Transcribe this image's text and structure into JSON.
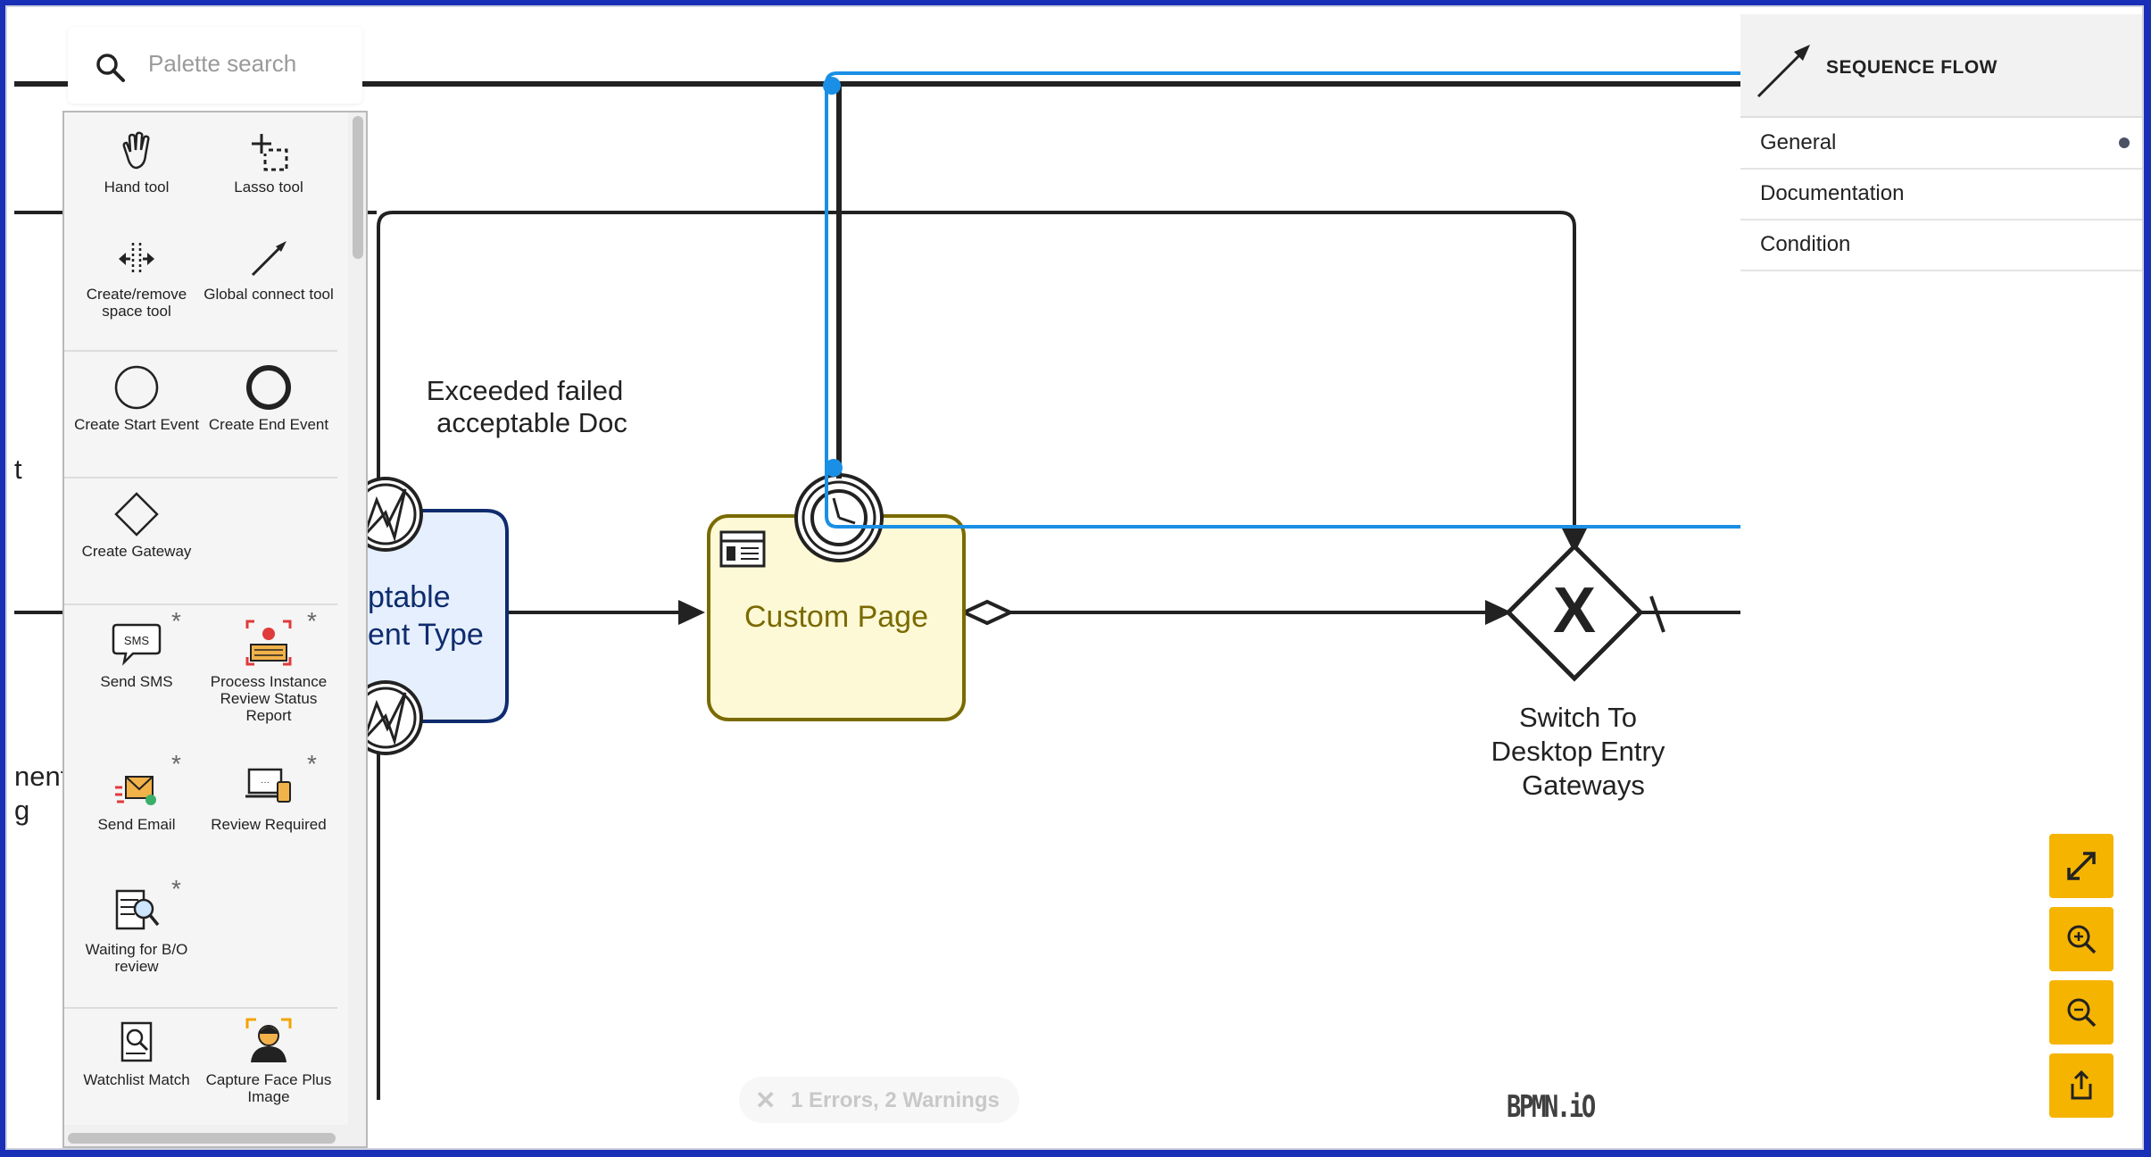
{
  "palette": {
    "search_placeholder": "Palette search",
    "tools": {
      "hand": "Hand tool",
      "lasso": "Lasso tool",
      "space": "Create/remove space tool",
      "connect": "Global connect tool",
      "start_event": "Create Start Event",
      "end_event": "Create End Event",
      "gateway": "Create Gateway",
      "sms": "Send SMS",
      "status_report": "Process Instance Review Status Report",
      "email": "Send Email",
      "review": "Review Required",
      "bo_review": "Waiting for B/O review",
      "watchlist": "Watchlist Match",
      "capture_face": "Capture Face Plus Image"
    },
    "star": "*"
  },
  "diagram": {
    "label_exceeded_1": "Exceeded failed",
    "label_exceeded_2": "acceptable Doc",
    "task_partial_1": "ptable",
    "task_partial_2": "ent Type",
    "task_custom_page": "Custom Page",
    "gateway_label_1": "Switch To",
    "gateway_label_2": "Desktop Entry",
    "gateway_label_3": "Gateways",
    "left_t": "t",
    "left_nent": "nent",
    "left_g": "g",
    "gateway_marker": "X"
  },
  "properties": {
    "title": "SEQUENCE FLOW",
    "tabs": [
      "General",
      "Documentation",
      "Condition"
    ]
  },
  "issues": {
    "icon": "✕",
    "text": "1 Errors, 2 Warnings"
  },
  "watermark": "BPMN.iO",
  "colors": {
    "selection": "#1a8fe6",
    "zoom_buttons": "#f5b400",
    "task_fill": "#fdf9d6",
    "task_stroke": "#7a6a00",
    "partial_task_fill": "#e6effd",
    "partial_task_stroke": "#0e2c6e"
  }
}
